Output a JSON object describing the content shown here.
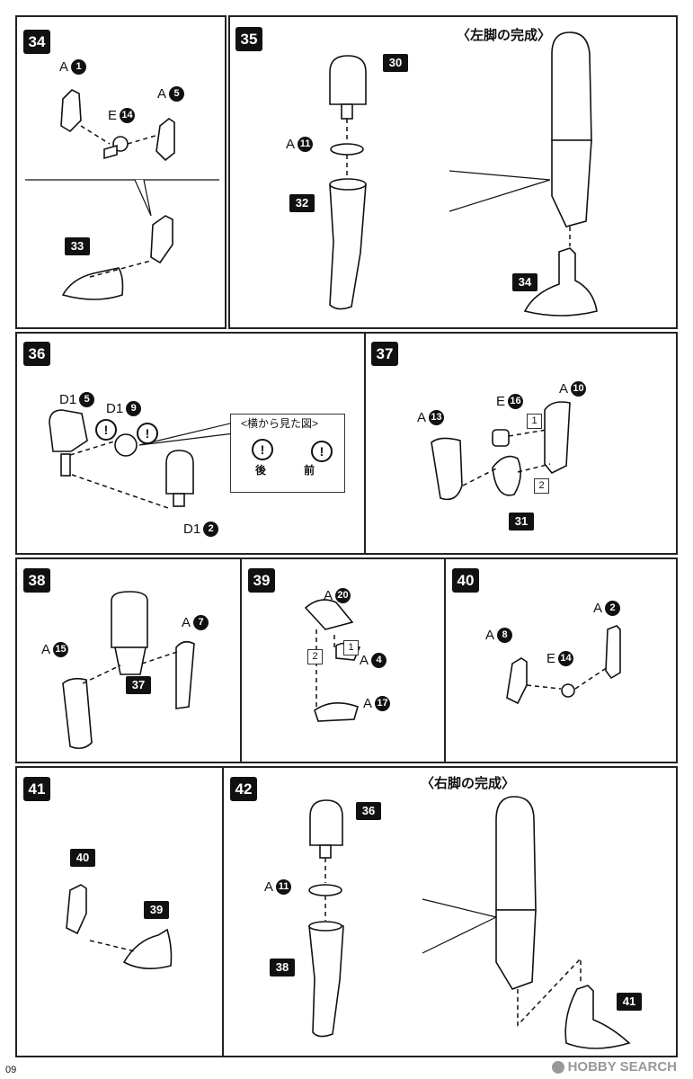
{
  "page": {
    "number": "09",
    "watermark": "HOBBY SEARCH"
  },
  "steps": {
    "s34": {
      "num": "34",
      "parts": [
        {
          "letter": "A",
          "n": "1"
        },
        {
          "letter": "E",
          "n": "14"
        },
        {
          "letter": "A",
          "n": "5"
        }
      ],
      "callouts": [
        "33"
      ]
    },
    "s35": {
      "num": "35",
      "parts": [
        {
          "letter": "A",
          "n": "11"
        }
      ],
      "callouts": [
        "30",
        "32"
      ],
      "title": "〈左脚の完成〉",
      "final_callout": "34"
    },
    "s36": {
      "num": "36",
      "parts": [
        {
          "letter": "D1",
          "n": "5"
        },
        {
          "letter": "D1",
          "n": "9"
        },
        {
          "letter": "D1",
          "n": "2"
        }
      ],
      "inset_title": "<横から見た図>",
      "inset_back": "後",
      "inset_front": "前",
      "warn": "!"
    },
    "s37": {
      "num": "37",
      "parts": [
        {
          "letter": "A",
          "n": "13"
        },
        {
          "letter": "E",
          "n": "16"
        },
        {
          "letter": "A",
          "n": "10"
        }
      ],
      "callouts": [
        "31"
      ],
      "order": [
        "1",
        "2"
      ]
    },
    "s38": {
      "num": "38",
      "parts": [
        {
          "letter": "A",
          "n": "15"
        },
        {
          "letter": "A",
          "n": "7"
        }
      ],
      "callouts": [
        "37"
      ]
    },
    "s39": {
      "num": "39",
      "parts": [
        {
          "letter": "A",
          "n": "20"
        },
        {
          "letter": "A",
          "n": "4"
        },
        {
          "letter": "A",
          "n": "17"
        }
      ],
      "order": [
        "1",
        "2"
      ]
    },
    "s40": {
      "num": "40",
      "parts": [
        {
          "letter": "A",
          "n": "8"
        },
        {
          "letter": "E",
          "n": "14"
        },
        {
          "letter": "A",
          "n": "2"
        }
      ]
    },
    "s41": {
      "num": "41",
      "callouts": [
        "40",
        "39"
      ]
    },
    "s42": {
      "num": "42",
      "parts": [
        {
          "letter": "A",
          "n": "11"
        }
      ],
      "callouts": [
        "36",
        "38"
      ],
      "title": "〈右脚の完成〉",
      "final_callout": "41"
    }
  }
}
